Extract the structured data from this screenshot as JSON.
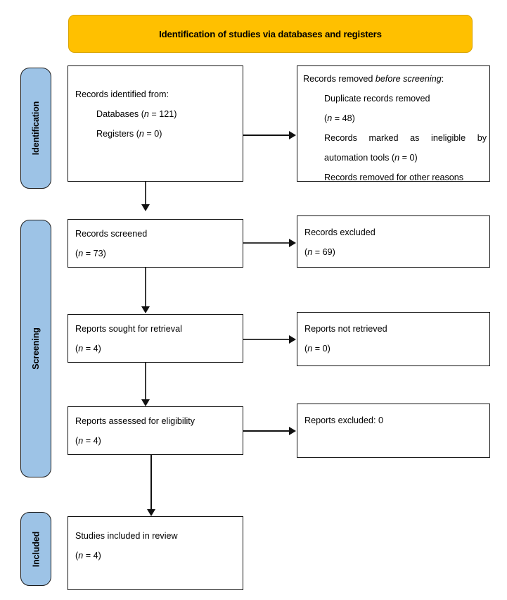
{
  "banner": {
    "title": "Identification of studies via databases and registers"
  },
  "colors": {
    "banner_fill": "#FFC000",
    "stage_fill": "#9DC3E6",
    "box_border": "#111111",
    "connector": "#3A3A3A"
  },
  "stages": [
    {
      "id": "identification",
      "label": "Identification"
    },
    {
      "id": "screening",
      "label": "Screening"
    },
    {
      "id": "included",
      "label": "Included"
    }
  ],
  "boxes": {
    "identified": {
      "heading": "Records identified from:",
      "items": [
        {
          "label": "Databases (",
          "n_symbol": "n",
          "value": " = 121)"
        },
        {
          "label": "Registers (",
          "n_symbol": "n",
          "value": " = 0)"
        }
      ],
      "line1": "Records identified from:",
      "line2_pre": "Databases (",
      "line2_n": "n",
      "line2_post": " = 121)",
      "line3_pre": "Registers (",
      "line3_n": "n",
      "line3_post": " = 0)"
    },
    "removed": {
      "line1_pre": "Records removed ",
      "line1_ital": "before screening",
      "line1_post": ":",
      "line2": "Duplicate records removed",
      "line3_pre": "(",
      "line3_n": "n",
      "line3_post": " = 48)",
      "line4": "Records marked as ineligible by",
      "line5_pre": "automation tools (",
      "line5_n": "n",
      "line5_post": " = 0)",
      "line6": "Records removed for other reasons"
    },
    "screened": {
      "line1": "Records screened",
      "line2_pre": "(",
      "line2_n": "n",
      "line2_post": " = 73)"
    },
    "excluded": {
      "line1": "Records excluded",
      "line2_pre": "(",
      "line2_n": "n",
      "line2_post": " = 69)"
    },
    "sought": {
      "line1": "Reports sought for retrieval",
      "line2_pre": "(",
      "line2_n": "n",
      "line2_post": " = 4)"
    },
    "not_retrieved": {
      "line1": "Reports not retrieved",
      "line2_pre": "(",
      "line2_n": "n",
      "line2_post": " = 0)"
    },
    "assessed": {
      "line1": "Reports assessed for eligibility",
      "line2_pre": "(",
      "line2_n": "n",
      "line2_post": " = 4)"
    },
    "reports_excluded": {
      "line1": "Reports excluded: 0"
    },
    "included": {
      "line1": "Studies included in review",
      "line2_pre": "(",
      "line2_n": "n",
      "line2_post": " = 4)"
    }
  },
  "chart_data": {
    "type": "diagram",
    "title": "PRISMA 2020 flow diagram",
    "stages": [
      "Identification",
      "Screening",
      "Included"
    ],
    "nodes": [
      {
        "id": "identified",
        "stage": "Identification",
        "text": "Records identified from: Databases (n = 121), Registers (n = 0)",
        "n_databases": 121,
        "n_registers": 0
      },
      {
        "id": "removed",
        "stage": "Identification",
        "text": "Records removed before screening: Duplicate records removed (n = 48); Records marked as ineligible by automation tools (n = 0); Records removed for other reasons",
        "n_duplicates": 48,
        "n_automation": 0
      },
      {
        "id": "screened",
        "stage": "Screening",
        "text": "Records screened (n = 73)",
        "n": 73
      },
      {
        "id": "excluded",
        "stage": "Screening",
        "text": "Records excluded (n = 69)",
        "n": 69
      },
      {
        "id": "sought",
        "stage": "Screening",
        "text": "Reports sought for retrieval (n = 4)",
        "n": 4
      },
      {
        "id": "not_retrieved",
        "stage": "Screening",
        "text": "Reports not retrieved (n = 0)",
        "n": 0
      },
      {
        "id": "assessed",
        "stage": "Screening",
        "text": "Reports assessed for eligibility (n = 4)",
        "n": 4
      },
      {
        "id": "reports_excluded",
        "stage": "Screening",
        "text": "Reports excluded: 0",
        "n": 0
      },
      {
        "id": "included",
        "stage": "Included",
        "text": "Studies included in review (n = 4)",
        "n": 4
      }
    ],
    "edges": [
      {
        "from": "identified",
        "to": "removed",
        "direction": "right"
      },
      {
        "from": "identified",
        "to": "screened",
        "direction": "down"
      },
      {
        "from": "screened",
        "to": "excluded",
        "direction": "right"
      },
      {
        "from": "screened",
        "to": "sought",
        "direction": "down"
      },
      {
        "from": "sought",
        "to": "not_retrieved",
        "direction": "right"
      },
      {
        "from": "sought",
        "to": "assessed",
        "direction": "down"
      },
      {
        "from": "assessed",
        "to": "reports_excluded",
        "direction": "right"
      },
      {
        "from": "assessed",
        "to": "included",
        "direction": "down"
      }
    ]
  }
}
